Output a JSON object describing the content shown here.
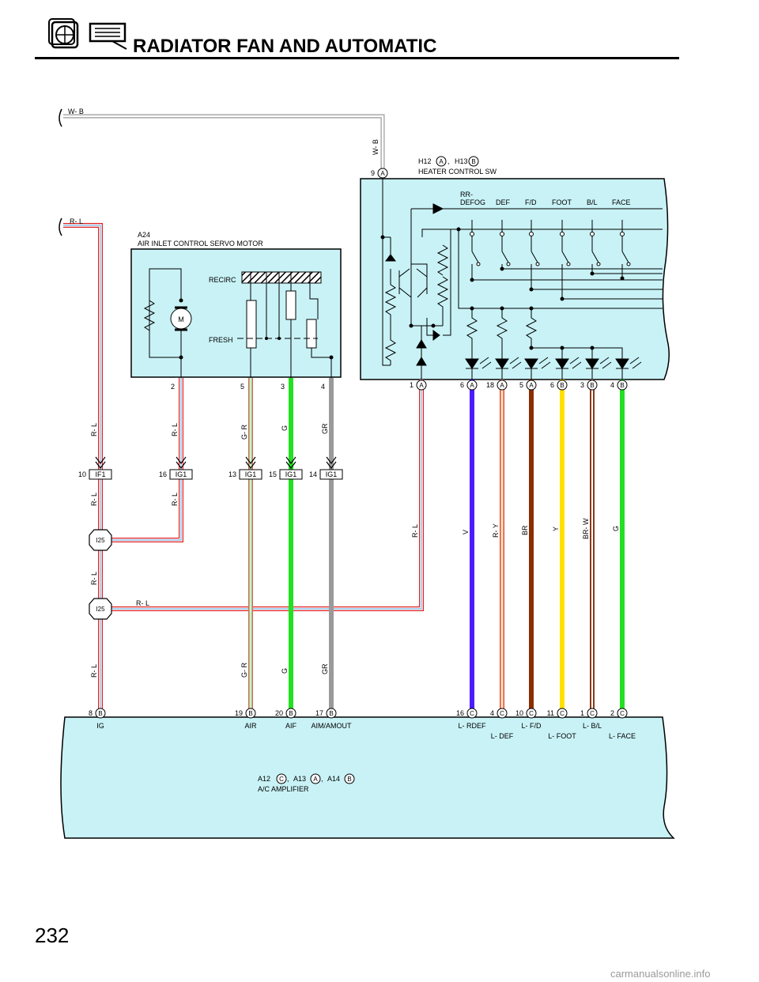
{
  "page": {
    "title": "RADIATOR FAN AND AUTOMATIC",
    "page_number": "232",
    "watermark": "carmanualsonline.info"
  },
  "colors": {
    "module_fill": "#c8f2f6",
    "R-L": "#e02020",
    "V": "#4a1cff",
    "R-Y": "#f08c78",
    "BR": "#8b2d00",
    "Y": "#ffe000",
    "BR-W": "#8b3a1a",
    "G": "#22e022",
    "GR": "#9a9a9a",
    "G-R": "#e06060",
    "W-B": "#bbbbbb"
  },
  "modules": {
    "heater": {
      "ref": "H12",
      "ref2": "H13",
      "c1": "A",
      "c2": "B",
      "sep": ", ",
      "name": "HEATER CONTROL SW"
    },
    "servo": {
      "ref": "A24",
      "name": "AIR INLET CONTROL SERVO MOTOR",
      "recirc": "RECIRC",
      "fresh": "FRESH",
      "motor": "M"
    },
    "amp": {
      "ref1": "A12",
      "c1": "C",
      "ref2": "A13",
      "c2": "A",
      "ref3": "A14",
      "c3": "B",
      "sep": ", ",
      "name": "A/C AMPLIFIER"
    }
  },
  "heater_modes": [
    "RR-",
    "DEFOG",
    "DEF",
    "F/D",
    "FOOT",
    "B/L",
    "FACE"
  ],
  "heater_pins": [
    {
      "num": "9",
      "conn": "A"
    },
    {
      "num": "1",
      "conn": "A"
    },
    {
      "num": "6",
      "conn": "A"
    },
    {
      "num": "18",
      "conn": "A"
    },
    {
      "num": "5",
      "conn": "A"
    },
    {
      "num": "6",
      "conn": "B"
    },
    {
      "num": "3",
      "conn": "B"
    },
    {
      "num": "4",
      "conn": "B"
    }
  ],
  "servo_pins": [
    "2",
    "5",
    "3",
    "4"
  ],
  "junctions": [
    {
      "num": "10",
      "name": "IF1"
    },
    {
      "num": "16",
      "name": "IG1"
    },
    {
      "num": "13",
      "name": "IG1"
    },
    {
      "num": "15",
      "name": "IG1"
    },
    {
      "num": "14",
      "name": "IG1"
    }
  ],
  "splices": [
    "I25",
    "I25"
  ],
  "wires": {
    "wb_top": "W- B",
    "wb_vert": "W- B",
    "rl": "R- L",
    "gr_r": "G- R",
    "g": "G",
    "gr": "GR",
    "v": "V",
    "ry": "R- Y",
    "br": "BR",
    "y": "Y",
    "brw": "BR- W"
  },
  "amp_pins": [
    {
      "num": "8",
      "conn": "B",
      "label": "IG"
    },
    {
      "num": "19",
      "conn": "B",
      "label": "AIR"
    },
    {
      "num": "20",
      "conn": "B",
      "label": "AIF"
    },
    {
      "num": "17",
      "conn": "B",
      "label": "AIM/AMOUT"
    },
    {
      "num": "16",
      "conn": "C",
      "label": "L- RDEF"
    },
    {
      "num": "4",
      "conn": "C",
      "label": "L- DEF"
    },
    {
      "num": "10",
      "conn": "C",
      "label": "L- F/D"
    },
    {
      "num": "11",
      "conn": "C",
      "label": "L- FOOT"
    },
    {
      "num": "1",
      "conn": "C",
      "label": "L- B/L"
    },
    {
      "num": "2",
      "conn": "C",
      "label": "L- FACE"
    }
  ]
}
